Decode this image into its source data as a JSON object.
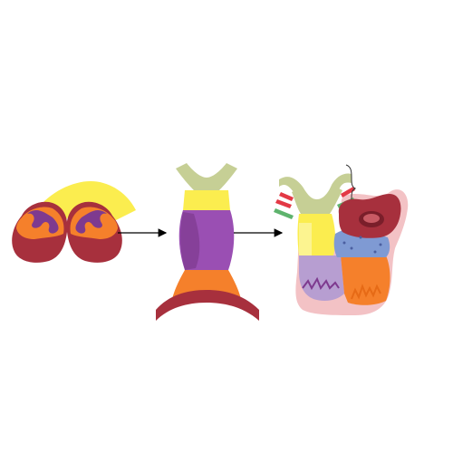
{
  "figure": {
    "stages": [
      {
        "id": "stage-1",
        "kind": "arc-shaped primordium"
      },
      {
        "id": "stage-2",
        "kind": "tubular stage"
      },
      {
        "id": "stage-3",
        "kind": "looped stage with chambers"
      }
    ],
    "colors": {
      "yellow": "#fbed4f",
      "light_yellow": "#fdf5a0",
      "purple": "#7e3a8f",
      "violet": "#9a4fb3",
      "orange": "#f5802b",
      "light_orange": "#f9a75f",
      "crimson": "#a7303d",
      "sage": "#c6cf95",
      "lavender": "#b79ed1",
      "blue": "#7f9ad3",
      "pink": "#f3c2c5",
      "red": "#e33945",
      "green": "#5eb36d"
    },
    "arrows": 2,
    "bracket": 1
  }
}
